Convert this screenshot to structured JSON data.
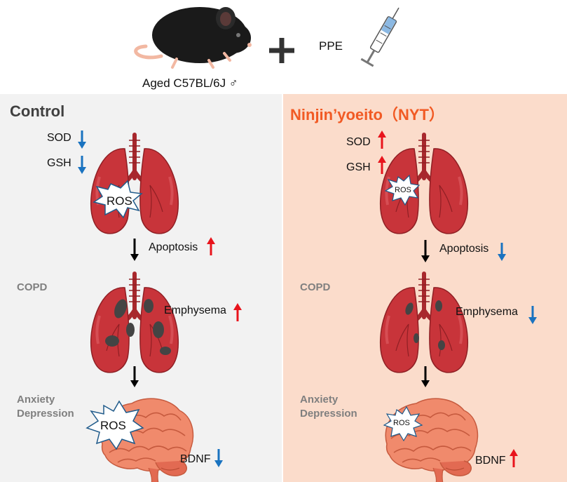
{
  "top": {
    "mouse_label": "Aged C57BL/6J ♂",
    "plus": "+",
    "ppe_label": "PPE"
  },
  "control": {
    "title": "Control",
    "sod": "SOD",
    "gsh": "GSH",
    "ros_lung": "ROS",
    "apoptosis": "Apoptosis",
    "copd": "COPD",
    "emphysema": "Emphysema",
    "anxiety": "Anxiety",
    "depression": "Depression",
    "ros_brain": "ROS",
    "bdnf": "BDNF"
  },
  "nyt": {
    "title": "Ninjin’yoeito（NYT）",
    "sod": "SOD",
    "gsh": "GSH",
    "ros_lung": "ROS",
    "apoptosis": "Apoptosis",
    "copd": "COPD",
    "emphysema": "Emphysema",
    "anxiety": "Anxiety",
    "depression": "Depression",
    "ros_brain": "ROS",
    "bdnf": "BDNF"
  },
  "colors": {
    "control_bg": "#f2f2f2",
    "nyt_bg": "#fbdccb",
    "nyt_title": "#f15a24",
    "control_title": "#404040",
    "up_arrow": "#e8141c",
    "down_arrow": "#1a73c0",
    "flow_arrow": "#000000",
    "lung": "#c8343a",
    "brain": "#f08a6c"
  },
  "icons": [
    "mouse-icon",
    "syringe-icon",
    "lung-icon",
    "brain-icon",
    "ros-burst-icon",
    "up-arrow-icon",
    "down-arrow-icon"
  ]
}
